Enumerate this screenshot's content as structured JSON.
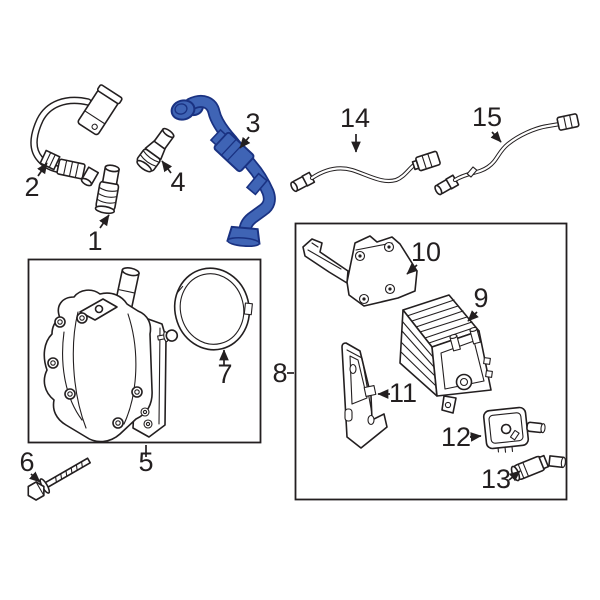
{
  "colors": {
    "line": "#231f20",
    "background": "#ffffff",
    "highlight_fill": "#3f64b5",
    "highlight_stroke": "#1a3282"
  },
  "parts": [
    {
      "label": "1"
    },
    {
      "label": "2"
    },
    {
      "label": "3"
    },
    {
      "label": "4"
    },
    {
      "label": "5"
    },
    {
      "label": "6"
    },
    {
      "label": "7"
    },
    {
      "label": "8"
    },
    {
      "label": "9"
    },
    {
      "label": "10"
    },
    {
      "label": "11"
    },
    {
      "label": "12"
    },
    {
      "label": "13"
    },
    {
      "label": "14"
    },
    {
      "label": "15"
    }
  ]
}
